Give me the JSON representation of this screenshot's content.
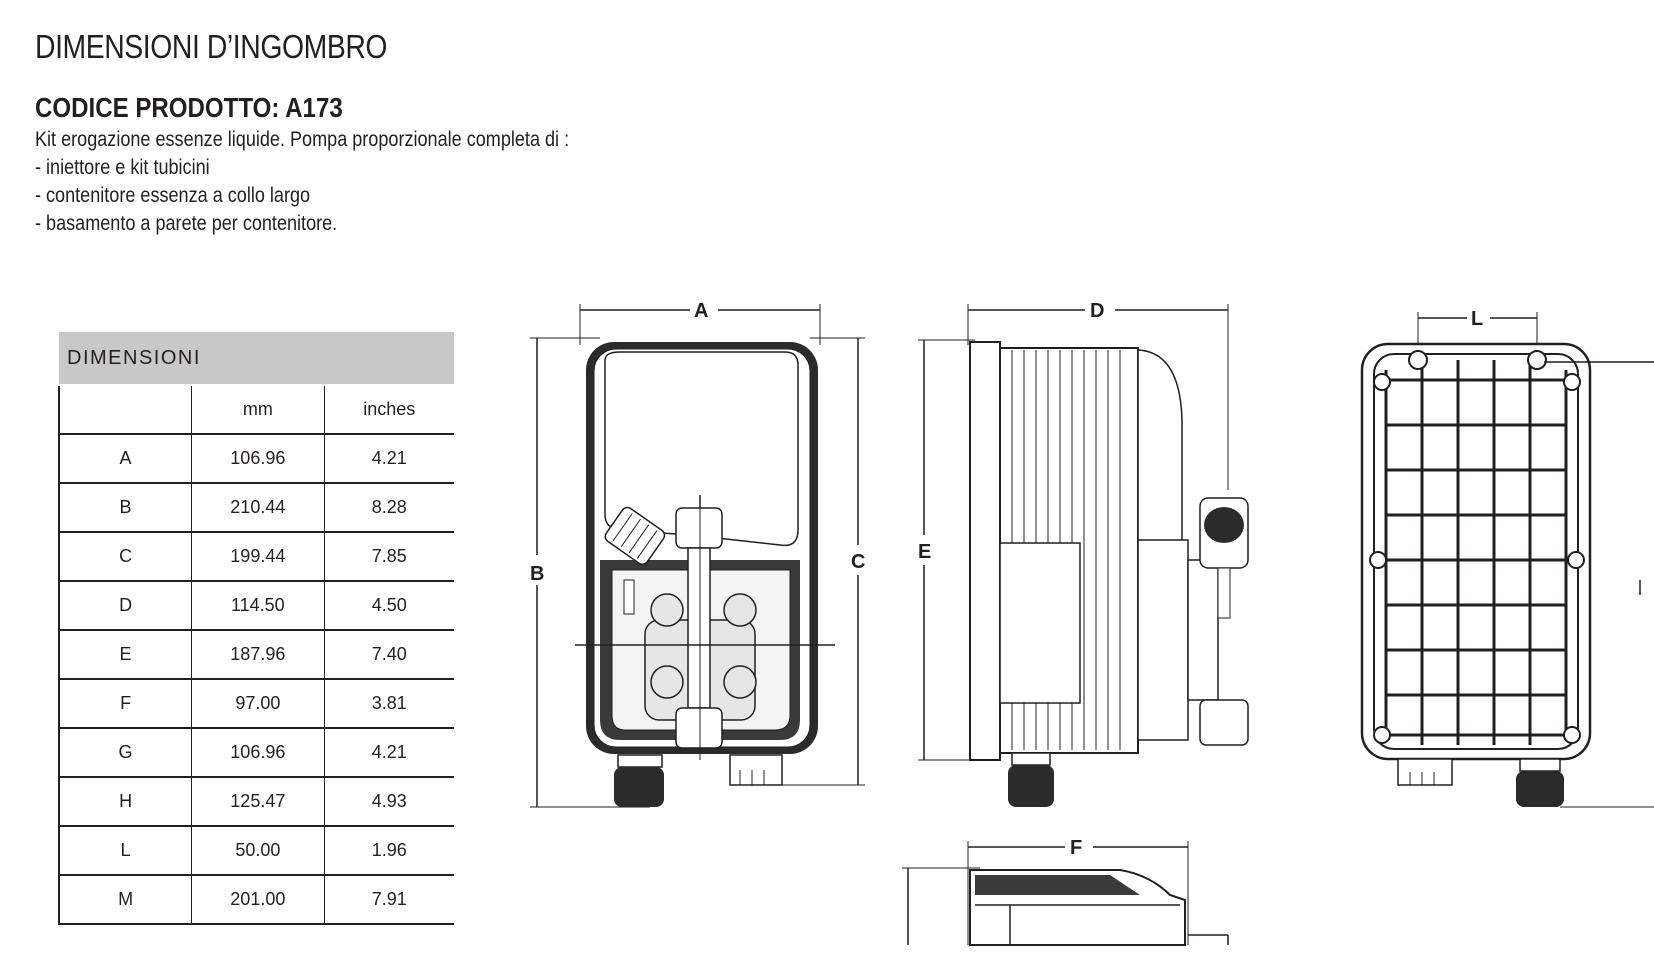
{
  "title": "DIMENSIONI D’INGOMBRO",
  "product_code": "CODICE PRODOTTO: A173",
  "description": [
    "Kit erogazione essenze liquide. Pompa proporzionale completa di :",
    "- iniettore  e kit tubicini",
    "- contenitore essenza a collo largo",
    "- basamento a parete per contenitore."
  ],
  "table": {
    "heading": "DIMENSIONI",
    "columns": [
      "",
      "mm",
      "inches"
    ],
    "rows": [
      [
        "A",
        "106.96",
        "4.21"
      ],
      [
        "B",
        "210.44",
        "8.28"
      ],
      [
        "C",
        "199.44",
        "7.85"
      ],
      [
        "D",
        "114.50",
        "4.50"
      ],
      [
        "E",
        "187.96",
        "7.40"
      ],
      [
        "F",
        "97.00",
        "3.81"
      ],
      [
        "G",
        "106.96",
        "4.21"
      ],
      [
        "H",
        "125.47",
        "4.93"
      ],
      [
        "L",
        "50.00",
        "1.96"
      ],
      [
        "M",
        "201.00",
        "7.91"
      ]
    ]
  },
  "drawing_labels": {
    "a": "A",
    "b": "B",
    "c": "C",
    "d": "D",
    "e": "E",
    "f": "F",
    "l": "L"
  }
}
